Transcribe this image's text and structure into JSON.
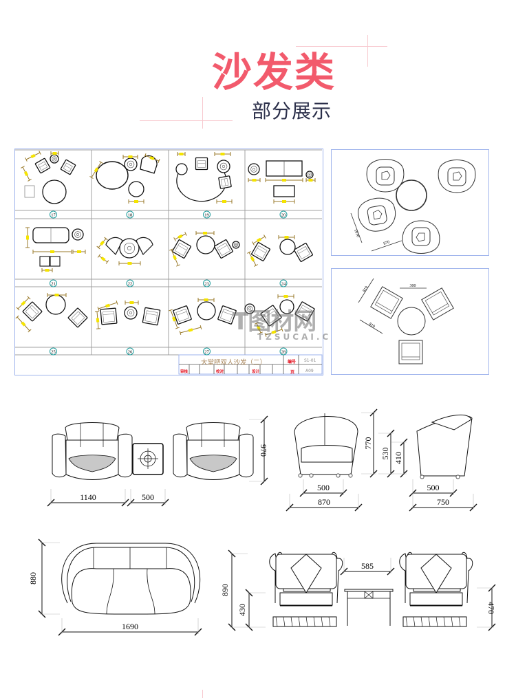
{
  "header": {
    "title": "沙发类",
    "subtitle": "部分展示",
    "title_color": "#f25a6c",
    "subtitle_color": "#2b2f4a",
    "accent_line_color": "#f8c9cf"
  },
  "catalog_sheet": {
    "frame_color": "#9eb3ec",
    "cells": [
      {
        "number": "17"
      },
      {
        "number": "18"
      },
      {
        "number": "19"
      },
      {
        "number": "20"
      },
      {
        "number": "21"
      },
      {
        "number": "22"
      },
      {
        "number": "23"
      },
      {
        "number": "24"
      },
      {
        "number": "25"
      },
      {
        "number": "26"
      },
      {
        "number": "27"
      },
      {
        "number": "28"
      }
    ],
    "title_block": {
      "drawing_name": "大堂吧双人沙发（二）",
      "drawing_no_label": "编号",
      "drawing_no": "S1-01",
      "page_label": "页",
      "page_value": "A09",
      "review_label": "审核",
      "check_label": "校对",
      "design_label": "设计"
    }
  },
  "watermark": {
    "brand_cn": "图材网",
    "brand_prefix": "T",
    "domain": "TZSUCAI.COM"
  },
  "side_panels": {
    "round_table_set": {
      "dim_a": "1030",
      "dim_b": "870"
    },
    "tri_table_set": {
      "dim_top": "300",
      "dim_a": "810",
      "dim_b": "810"
    }
  },
  "elevations": {
    "pair_plan": {
      "width_chair": "1140",
      "width_table": "500",
      "depth": "970"
    },
    "shell_chair": {
      "front_seat": "500",
      "front_total": "870",
      "height": "770",
      "arm_height": "530",
      "seat_height": "410",
      "side_seat": "500",
      "side_total": "750"
    },
    "loveseat_plan": {
      "depth": "880",
      "width": "1690"
    },
    "skirt_chair_set": {
      "height": "890",
      "seat_height": "430",
      "table_width": "585",
      "right_height": "470"
    }
  }
}
